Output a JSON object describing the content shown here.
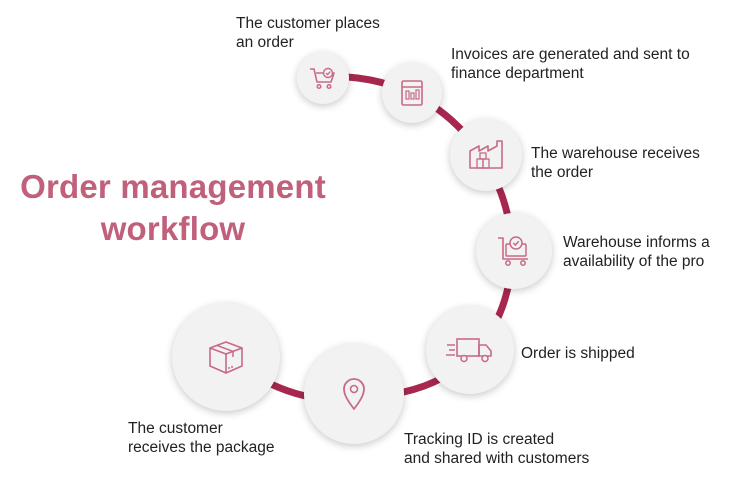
{
  "title": {
    "line1": "Order management",
    "line2": "workflow"
  },
  "steps": [
    {
      "icon": "shopping-cart-icon",
      "label": "The customer places\nan order"
    },
    {
      "icon": "invoice-icon",
      "label": "Invoices are generated and sent to\nfinance department"
    },
    {
      "icon": "warehouse-icon",
      "label": "The warehouse receives\nthe order"
    },
    {
      "icon": "cart-check-icon",
      "label": "Warehouse informs a\navailability of the pro"
    },
    {
      "icon": "delivery-truck-icon",
      "label": "Order is shipped"
    },
    {
      "icon": "location-pin-icon",
      "label": "Tracking ID is created\nand shared with customers"
    },
    {
      "icon": "package-box-icon",
      "label": "The customer\nreceives the package"
    }
  ],
  "colors": {
    "arc": "#a8274f",
    "title": "#c0607a",
    "icon": "#c86a85",
    "circle_fill": "#f2f2f3",
    "text": "#222222"
  }
}
